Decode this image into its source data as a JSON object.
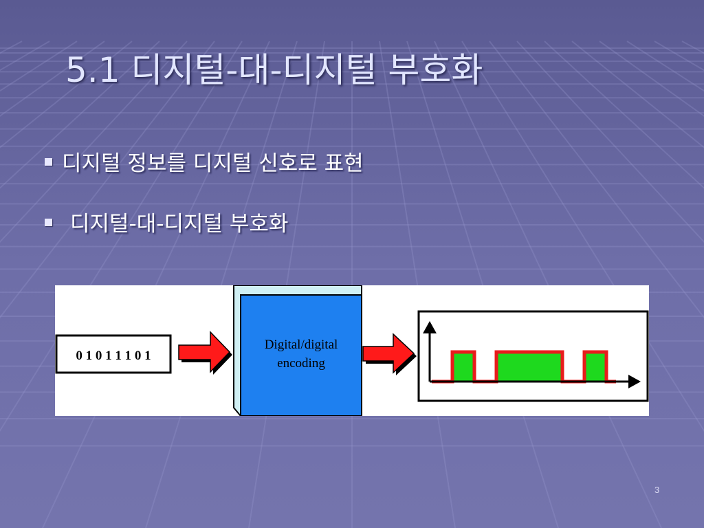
{
  "slide": {
    "title": "5.1 디지털-대-디지털 부호화",
    "bullets": [
      "디지털 정보를 디지털 신호로 표현",
      "디지털-대-디지털 부호화"
    ],
    "page_number": "3"
  },
  "diagram": {
    "input_bits": "0 1 0 1 1 1 0 1",
    "encoder_label_line1": "Digital/digital",
    "encoder_label_line2": "encoding",
    "signal_levels": [
      1,
      0,
      1,
      1,
      1,
      0,
      1
    ]
  },
  "colors": {
    "background": "#6b6ba3",
    "title": "#e2e6ff",
    "encoder_box": "#1e80f0",
    "arrow": "#ff1a1a",
    "signal_line": "#e81c1c",
    "signal_fill": "#1ed91e"
  }
}
